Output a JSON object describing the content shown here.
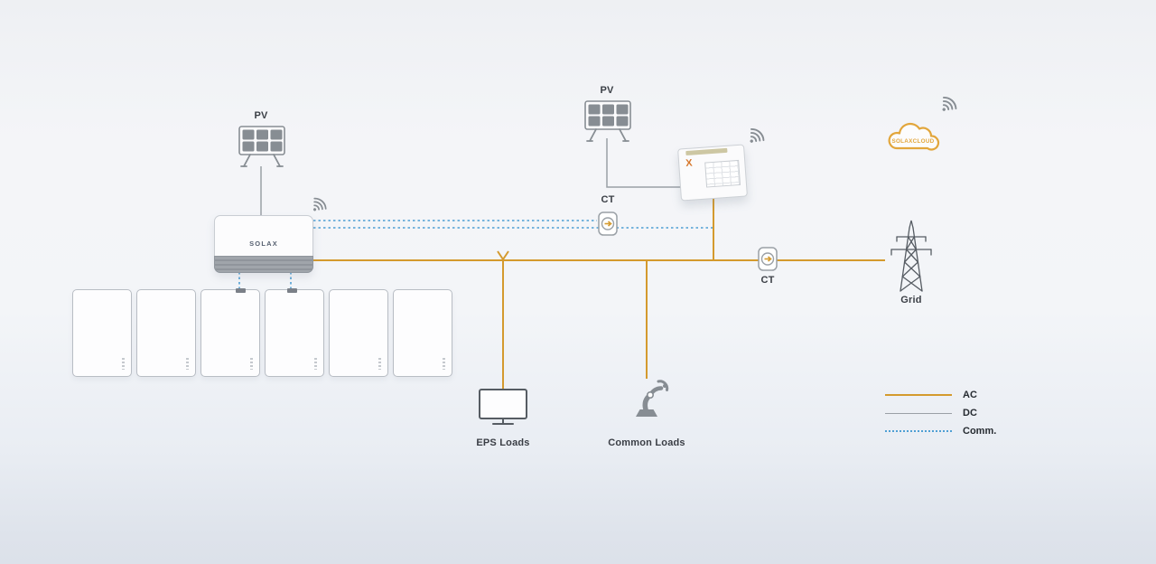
{
  "colors": {
    "ac": "#D49A2E",
    "dc": "#9AA0A6",
    "comm": "#4E9FD4",
    "panel": "#878D93",
    "structure": "#565C63",
    "cloud": "#E2A63C",
    "label": "#3A3E45"
  },
  "labels": {
    "pv_left": "PV",
    "pv_center": "PV",
    "inverter_brand": "SOLAX",
    "micro_logo": "X",
    "ct_top": "CT",
    "ct_right": "CT",
    "grid": "Grid",
    "eps_loads": "EPS Loads",
    "common_loads": "Common Loads",
    "cloud": "SOLAXCLOUD"
  },
  "legend": {
    "items": [
      {
        "label": "AC",
        "style": "ac-solid"
      },
      {
        "label": "DC",
        "style": "dc-solid"
      },
      {
        "label": "Comm.",
        "style": "comm-dotted"
      }
    ]
  }
}
